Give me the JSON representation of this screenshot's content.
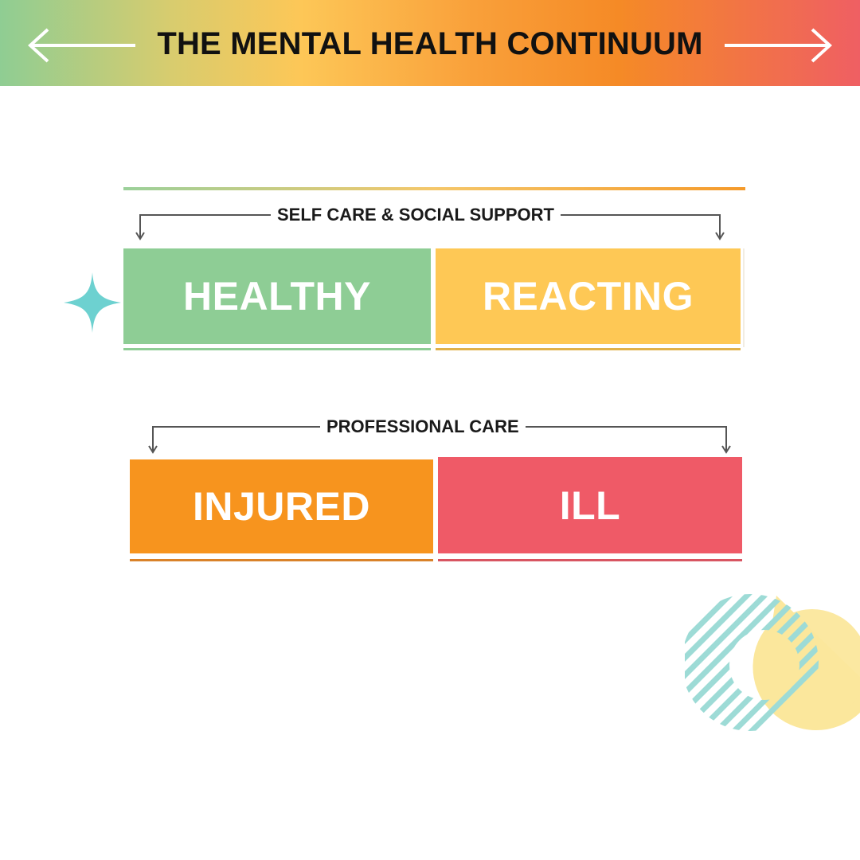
{
  "banner": {
    "title": "THE MENTAL HEALTH CONTINUUM"
  },
  "groups": {
    "self_care_label": "SELF CARE & SOCIAL SUPPORT",
    "professional_label": "PROFESSIONAL CARE"
  },
  "states": {
    "healthy": "HEALTHY",
    "reacting": "REACTING",
    "injured": "INJURED",
    "ill": "ILL"
  },
  "colors": {
    "healthy": "#8ecd95",
    "reacting": "#fec855",
    "injured": "#f7941e",
    "ill": "#ef5a67",
    "sparkle": "#6dd1d0",
    "deco_yellow": "#fbe79c",
    "deco_stripe": "#9ddbd6"
  },
  "icons": [
    "arrow-left-icon",
    "arrow-right-icon",
    "sparkle-icon",
    "striped-circle-decoration"
  ]
}
